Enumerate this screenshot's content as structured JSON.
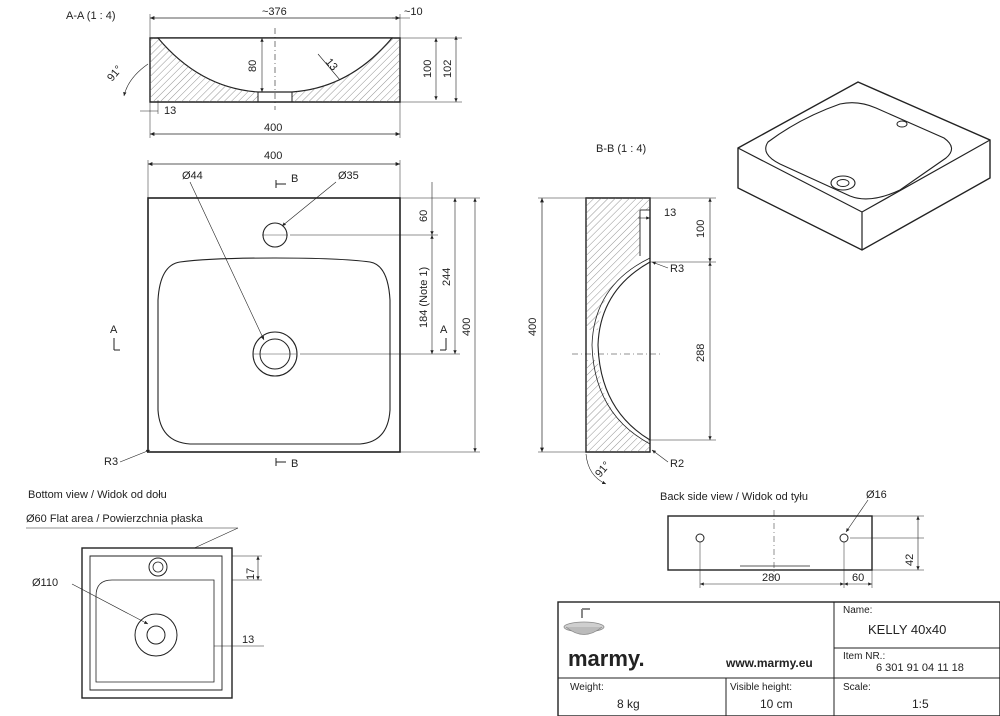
{
  "section_aa": {
    "label": "A-A (1 : 4)",
    "dim_top_approx": "~376",
    "dim_top_right": "~10",
    "dim_depth_80": "80",
    "dim_100": "100",
    "dim_102": "102",
    "dim_13_wall": "13",
    "dim_13_bottom": "13",
    "dim_width": "400",
    "angle": "91°"
  },
  "top_view": {
    "dim_width": "400",
    "dim_hole_tap": "Ø44",
    "dim_drain": "Ø35",
    "dim_60": "60",
    "dim_184": "184 (Note 1)",
    "dim_244": "244",
    "dim_400": "400",
    "section_b": "B",
    "section_a": "A",
    "radius": "R3"
  },
  "section_bb": {
    "label": "B-B (1 : 4)",
    "dim_400": "400",
    "dim_13": "13",
    "dim_100": "100",
    "dim_r3": "R3",
    "dim_288": "288",
    "dim_r2": "R2",
    "angle": "91°"
  },
  "bottom_view": {
    "label": "Bottom view / Widok od dołu",
    "flat_area": "Ø60 Flat area / Powierzchnia płaska",
    "dim_110": "Ø110",
    "dim_17": "17",
    "dim_13": "13"
  },
  "back_view": {
    "label": "Back side view / Widok od tyłu",
    "dim_16": "Ø16",
    "dim_280": "280",
    "dim_60": "60",
    "dim_42": "42"
  },
  "title_block": {
    "brand": "marmy.",
    "website": "www.marmy.eu",
    "name_label": "Name:",
    "name_value": "KELLY 40x40",
    "item_label": "Item NR.:",
    "item_value": "6 301 91 04 11 18",
    "weight_label": "Weight:",
    "weight_value": "8 kg",
    "height_label": "Visible height:",
    "height_value": "10 cm",
    "scale_label": "Scale:",
    "scale_value": "1:5"
  }
}
